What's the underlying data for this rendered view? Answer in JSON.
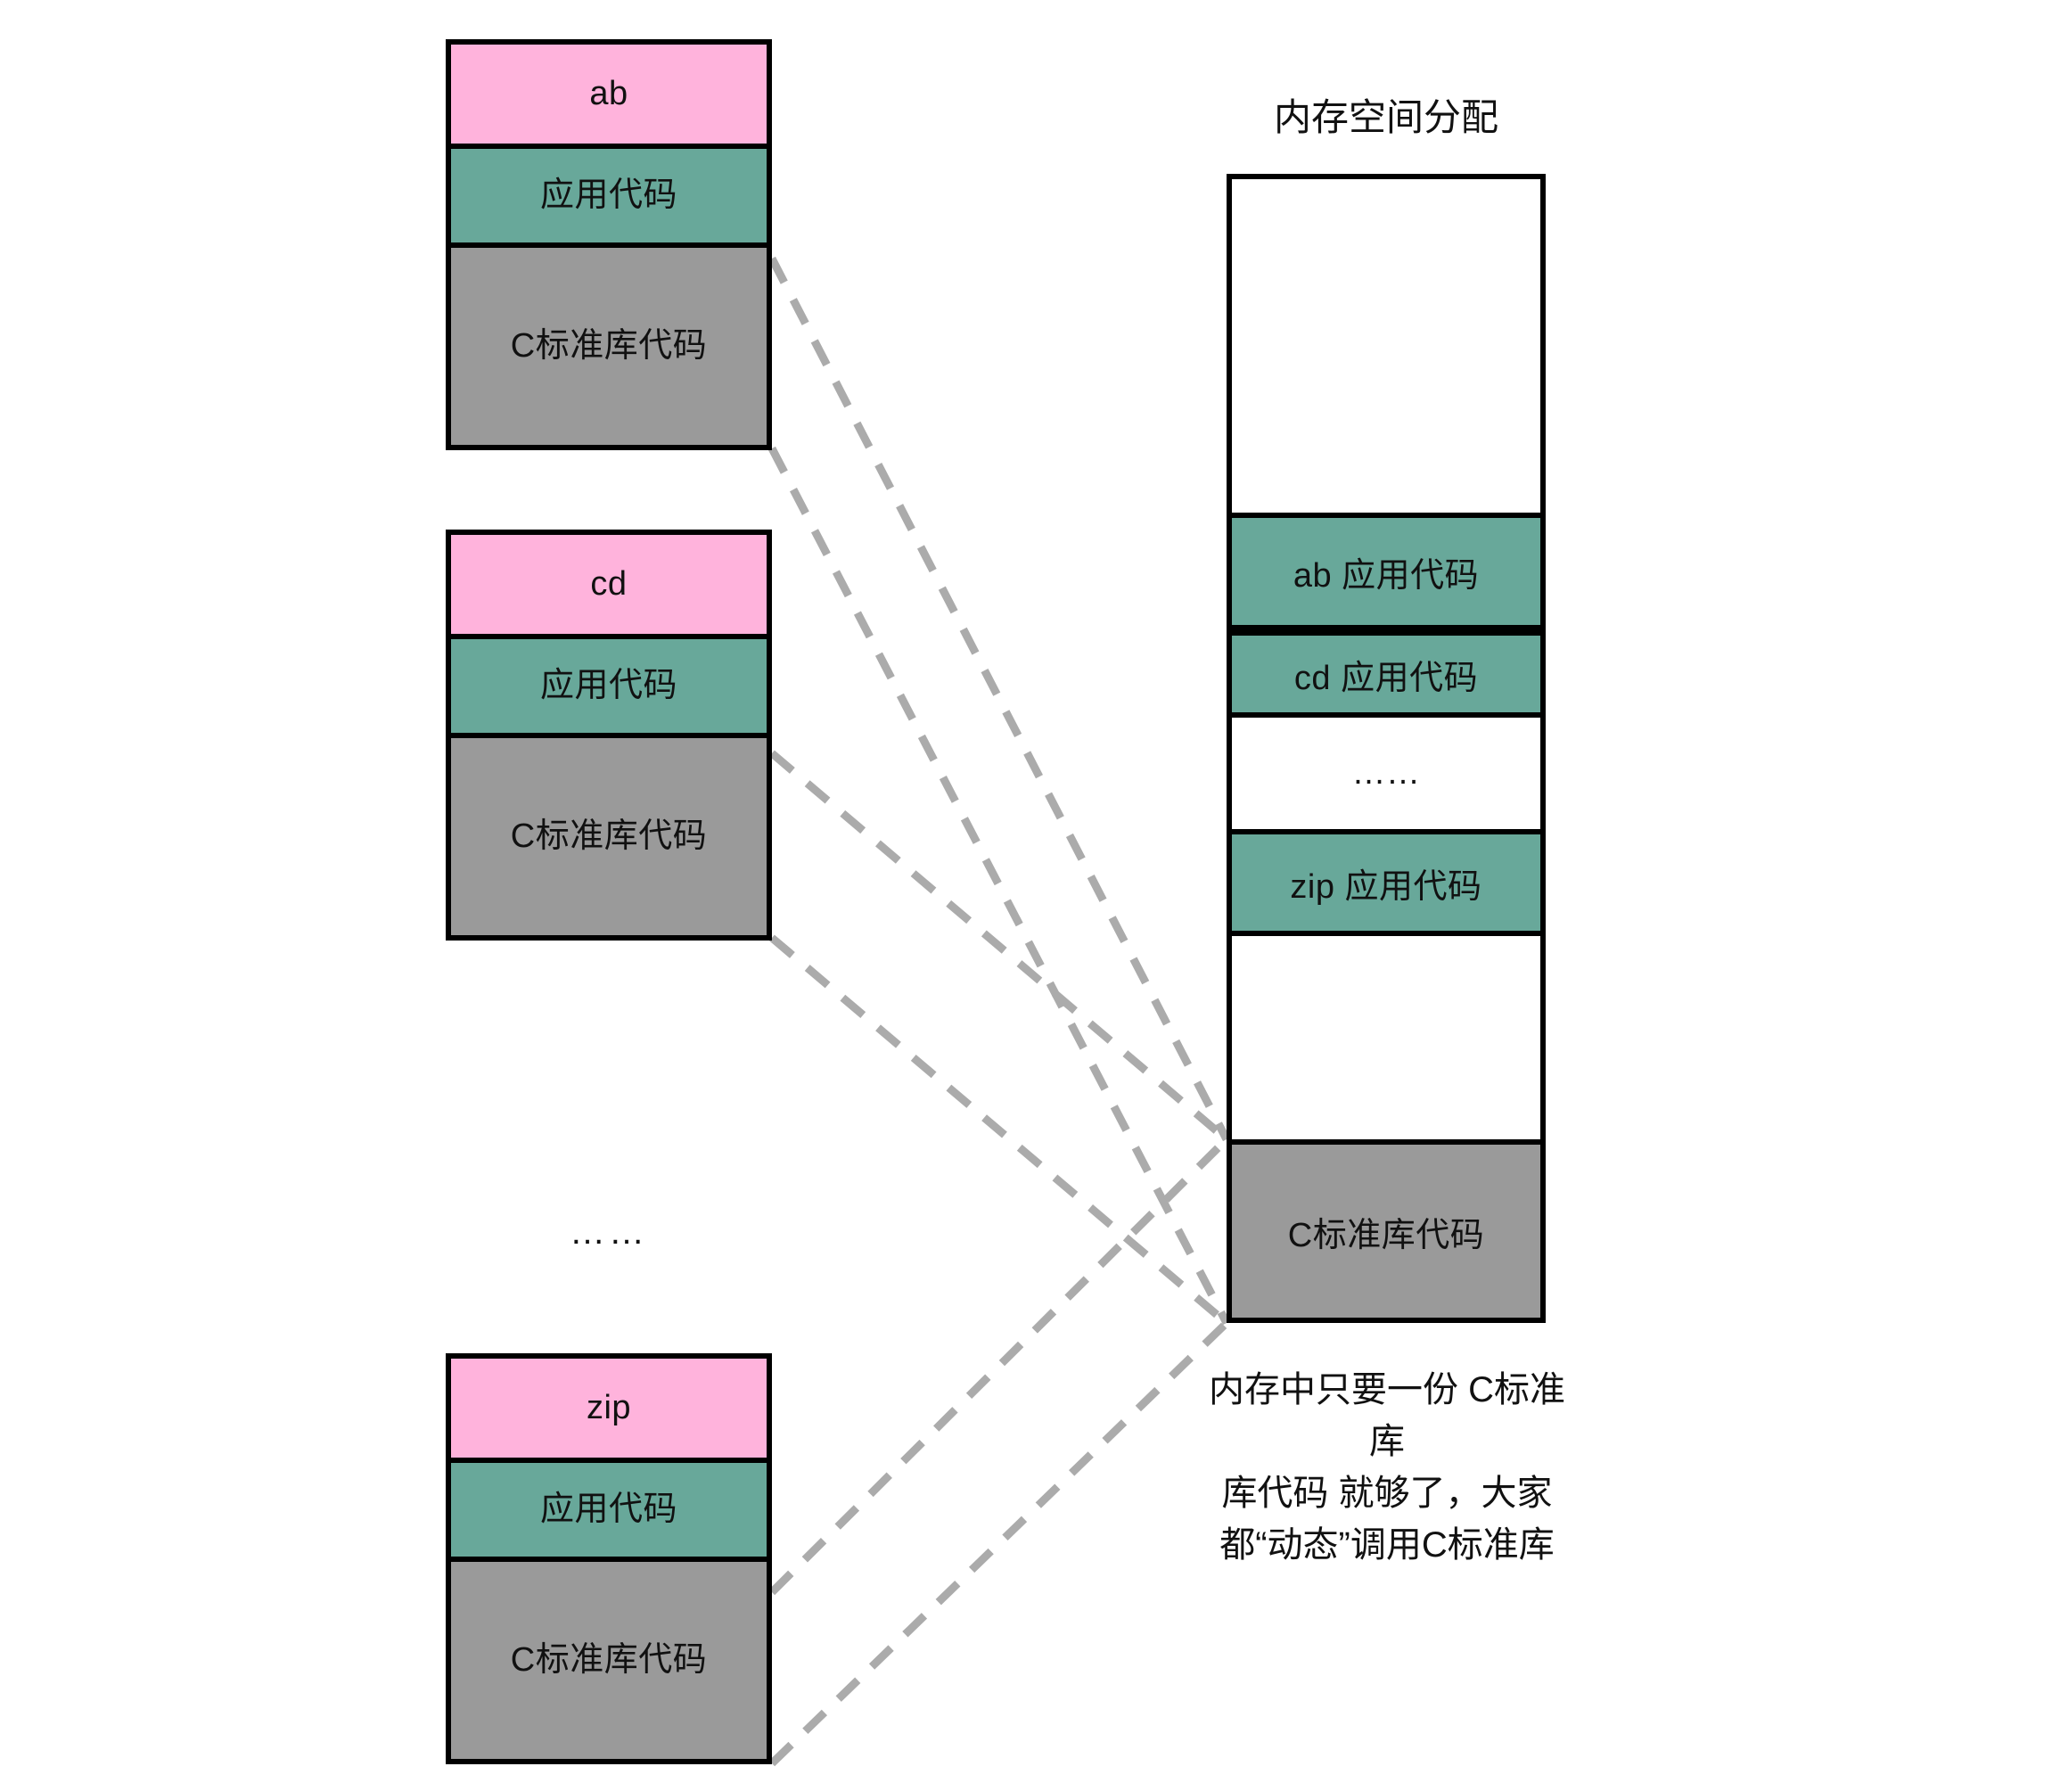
{
  "diagram": {
    "title_label": "内存空间分配",
    "left_ellipsis": "……",
    "caption": "内存中只要一份 C标准库\n库代码 就够了，大家\n都“动态”调用C标准库",
    "colors": {
      "program_name": "#ffb3dc",
      "app_code": "#68a89a",
      "libc_code": "#9a9a9a",
      "outline": "#000000",
      "connector": "#ababab",
      "background": "#ffffff"
    }
  },
  "programs": [
    {
      "id": "ab",
      "name_label": "ab",
      "app_label": "应用代码",
      "libc_label": "C标准库代码"
    },
    {
      "id": "cd",
      "name_label": "cd",
      "app_label": "应用代码",
      "libc_label": "C标准库代码"
    },
    {
      "id": "zip",
      "name_label": "zip",
      "app_label": "应用代码",
      "libc_label": "C标准库代码"
    }
  ],
  "memory": {
    "title": "内存空间分配",
    "rows": [
      {
        "id": "free-top",
        "label": "",
        "kind": "empty"
      },
      {
        "id": "ab-app",
        "label": "ab 应用代码",
        "kind": "filled"
      },
      {
        "id": "cd-app",
        "label": "cd 应用代码",
        "kind": "filled"
      },
      {
        "id": "gap-dots",
        "label": "……",
        "kind": "empty"
      },
      {
        "id": "zip-app",
        "label": "zip 应用代码",
        "kind": "filled"
      },
      {
        "id": "free-bottom",
        "label": "",
        "kind": "empty"
      },
      {
        "id": "libc",
        "label": "C标准库代码",
        "kind": "libc"
      }
    ]
  }
}
